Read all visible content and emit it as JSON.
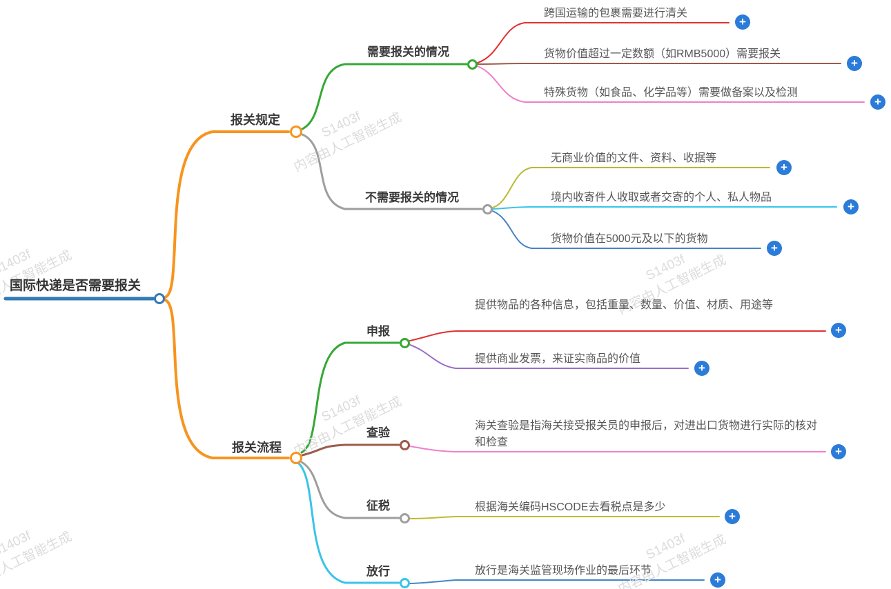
{
  "root": {
    "label": "国际快递是否需要报关",
    "color": "#337ab7"
  },
  "branches": [
    {
      "label": "报关规定",
      "color": "#f7941e",
      "children": [
        {
          "label": "需要报关的情况",
          "color": "#35a835",
          "leaves": [
            {
              "text": "跨国运输的包裹需要进行清关",
              "color": "#e03232"
            },
            {
              "text": "货物价值超过一定数额（如RMB5000）需要报关",
              "color": "#9d5b4b"
            },
            {
              "text": "特殊货物（如食品、化学品等）需要做备案以及检测",
              "color": "#ee7fcb"
            }
          ]
        },
        {
          "label": "不需要报关的情况",
          "color": "#9e9e9e",
          "leaves": [
            {
              "text": "无商业价值的文件、资料、收据等",
              "color": "#b9b92f"
            },
            {
              "text": "境内收寄件人收取或者交寄的个人、私人物品",
              "color": "#3ac4e9"
            },
            {
              "text": "货物价值在5000元及以下的货物",
              "color": "#4584c6"
            }
          ]
        }
      ]
    },
    {
      "label": "报关流程",
      "color": "#f7941e",
      "children": [
        {
          "label": "申报",
          "color": "#35a835",
          "leaves": [
            {
              "text": "提供物品的各种信息，包括重量、数量、价值、材质、用途等",
              "color": "#e03232"
            },
            {
              "text": "提供商业发票，来证实商品的价值",
              "color": "#9c6cc8"
            }
          ]
        },
        {
          "label": "查验",
          "color": "#9d5b4b",
          "leaves": [
            {
              "text": "海关查验是指海关接受报关员的申报后，对进出口货物进行实际的核对和检查",
              "color": "#ee7fcb"
            }
          ]
        },
        {
          "label": "征税",
          "color": "#9e9e9e",
          "leaves": [
            {
              "text": "根据海关编码HSCODE去看税点是多少",
              "color": "#c0ba30"
            }
          ]
        },
        {
          "label": "放行",
          "color": "#3ac4e9",
          "leaves": [
            {
              "text": "放行是海关监管现场作业的最后环节",
              "color": "#4584c6"
            }
          ]
        }
      ]
    }
  ],
  "expand_button": {
    "glyph": "+",
    "color": "#2b7bd9"
  },
  "watermark": {
    "line1": "S1403f",
    "line2": "内容由人工智能生成",
    "color": "#dcdcdc"
  }
}
